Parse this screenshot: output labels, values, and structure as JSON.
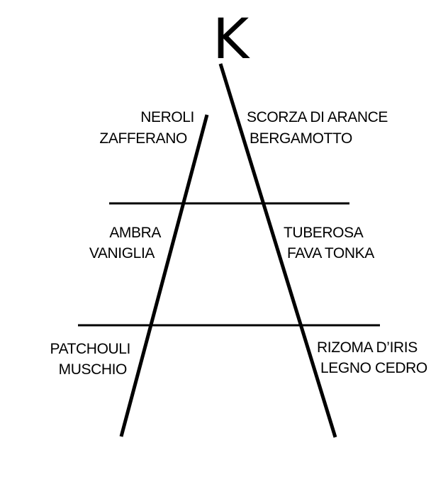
{
  "logo": {
    "letter": "K"
  },
  "tiers": {
    "top": {
      "left": [
        "NEROLI",
        "ZAFFERANO"
      ],
      "right": [
        "SCORZA DI ARANCE",
        "BERGAMOTTO"
      ]
    },
    "middle": {
      "left": [
        "AMBRA",
        "VANIGLIA"
      ],
      "right": [
        "TUBEROSA",
        "FAVA TONKA"
      ]
    },
    "base": {
      "left": [
        "PATCHOULI",
        "MUSCHIO"
      ],
      "right": [
        "RIZOMA D’IRIS",
        "LEGNO CEDRO"
      ]
    }
  },
  "colors": {
    "ink": "#000000",
    "background": "#ffffff"
  }
}
